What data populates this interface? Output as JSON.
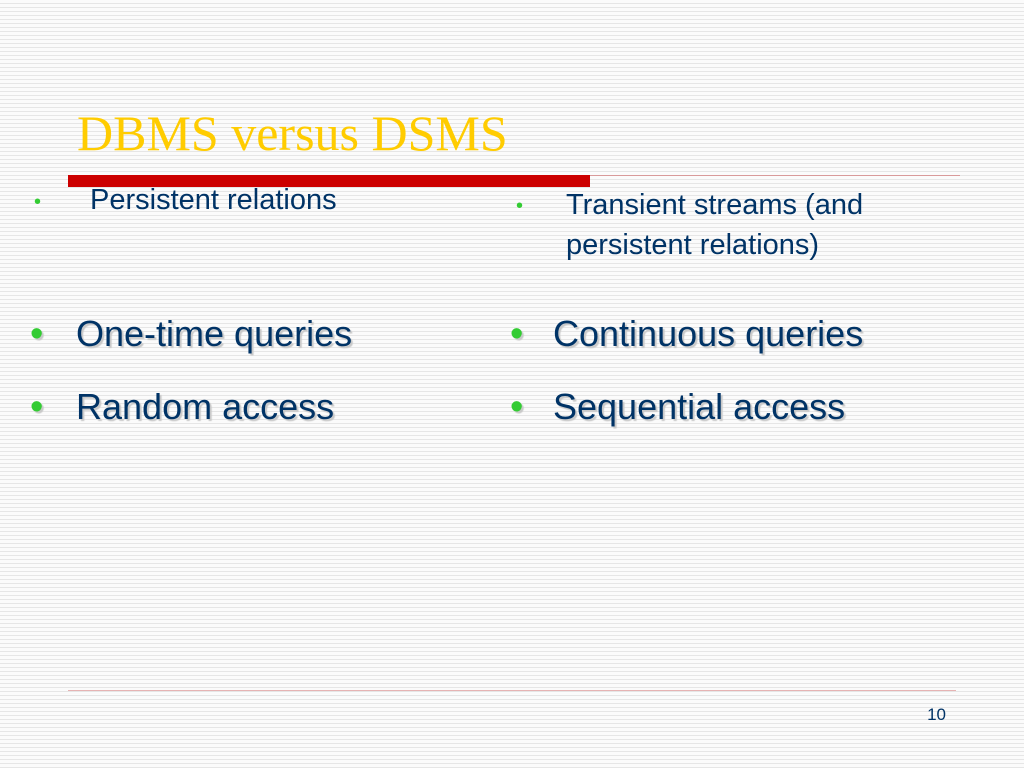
{
  "slide": {
    "title": "DBMS versus DSMS",
    "page_number": "10",
    "bullet_glyph": "•"
  },
  "left_column": {
    "item1": "Persistent relations",
    "item2": "One-time queries",
    "item3": "Random access"
  },
  "right_column": {
    "item1_line1": "Transient streams (and",
    "item1_line2": "persistent relations)",
    "item2": "Continuous queries",
    "item3": "Sequential access"
  },
  "colors": {
    "title": "#ffcc00",
    "text": "#003366",
    "bullet": "#33cc33",
    "accent_rule": "#cc0000"
  }
}
